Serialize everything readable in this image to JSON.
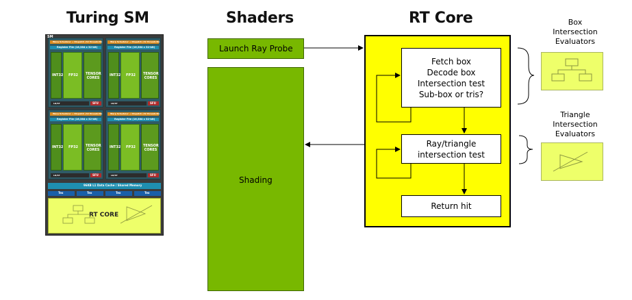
{
  "titles": {
    "sm": "Turing SM",
    "shaders": "Shaders",
    "rt_core": "RT Core"
  },
  "sm_die": {
    "tag": "SM",
    "quadrant_header": "Warp Scheduler + Dispatch (32 thread/clk)",
    "register_file": "Register File (16,384 x 32-bit)",
    "int_label": "INT32",
    "fp_label": "FP32",
    "tensor_label": "TENSOR CORES",
    "ldst_label": "LD/ST",
    "sfu_label": "SFU",
    "l1_label": "96KB L1 Data Cache / Shared Memory",
    "tex_label": "Tex",
    "rt_label": "RT CORE"
  },
  "shaders": {
    "launch": "Launch Ray Probe",
    "shading": "Shading"
  },
  "rt_core": {
    "box_lines": [
      "Fetch box",
      "Decode box",
      "Intersection test",
      "Sub-box or tris?"
    ],
    "tri_lines": [
      "Ray/triangle",
      "intersection test"
    ],
    "return": "Return hit"
  },
  "evaluators": {
    "box_lines": [
      "Box",
      "Intersection",
      "Evaluators"
    ],
    "tri_lines": [
      "Triangle",
      "Intersection",
      "Evaluators"
    ]
  },
  "colors": {
    "shader_green": "#78b800",
    "rt_yellow": "#ffff00",
    "evaluator_yellow": "#eeff6a"
  }
}
